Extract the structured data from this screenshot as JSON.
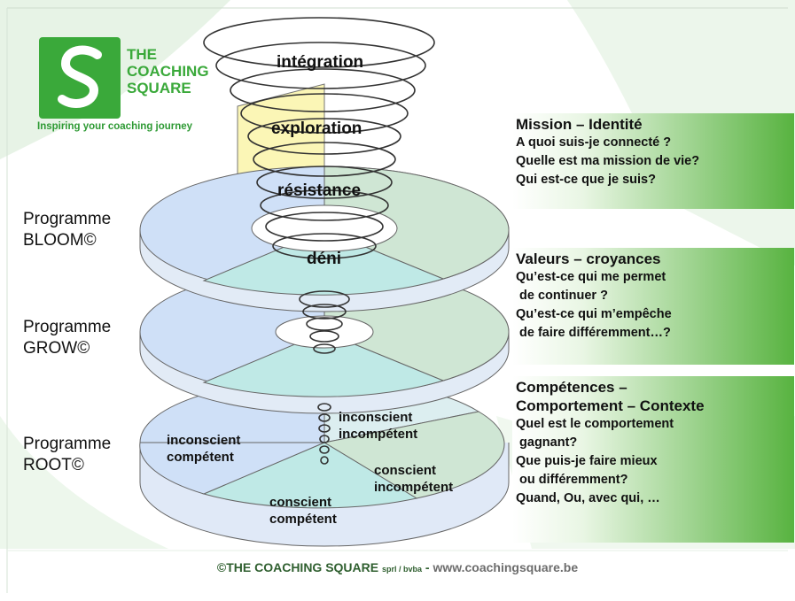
{
  "logo": {
    "line1": "THE",
    "line2": "COACHING",
    "line3": "SQUARE",
    "tagline": "Inspiring your coaching journey"
  },
  "spiral_labels": {
    "l1": "intégration",
    "l2": "exploration",
    "l3": "résistance",
    "l4": "déni"
  },
  "programmes": [
    {
      "line1": "Programme",
      "line2": "BLOOM©"
    },
    {
      "line1": "Programme",
      "line2": "GROW©"
    },
    {
      "line1": "Programme",
      "line2": "ROOT©"
    }
  ],
  "quadrants": {
    "ic_1": "inconscient",
    "ic_2": "compétent",
    "ii_1": "inconscient",
    "ii_2": "incompétent",
    "ci_1": "conscient",
    "ci_2": "incompétent",
    "cc_1": "conscient",
    "cc_2": "compétent"
  },
  "boxes": {
    "mission": {
      "title": "Mission – Identité",
      "lines": [
        "A quoi suis-je connecté ?",
        "Quelle est ma mission de vie?",
        "Qui est-ce que je suis?"
      ]
    },
    "valeurs": {
      "title": "Valeurs – croyances",
      "lines": [
        "Qu’est-ce qui me permet",
        " de continuer ?",
        "Qu’est-ce qui m’empêche",
        " de faire différemment…?"
      ]
    },
    "competences": {
      "title1": "Compétences –",
      "title2": "Comportement – Contexte",
      "lines": [
        "Quel est le comportement",
        " gagnant?",
        "Que puis-je faire mieux",
        " ou différemment?",
        "Quand, Ou, avec qui, …"
      ]
    }
  },
  "footer": {
    "brand": "©THE COACHING SQUARE",
    "legal": "sprl / bvba",
    "sep": " - ",
    "url": "www.coachingsquare.be"
  },
  "colors": {
    "green_logo": "#3aa93a",
    "box_green": "#58b340",
    "disc_blue": "#cfe0f7",
    "disc_teal": "#bfe9e6",
    "disc_green": "#cfe6d4",
    "pillar_yellow": "#fbf6b6"
  }
}
